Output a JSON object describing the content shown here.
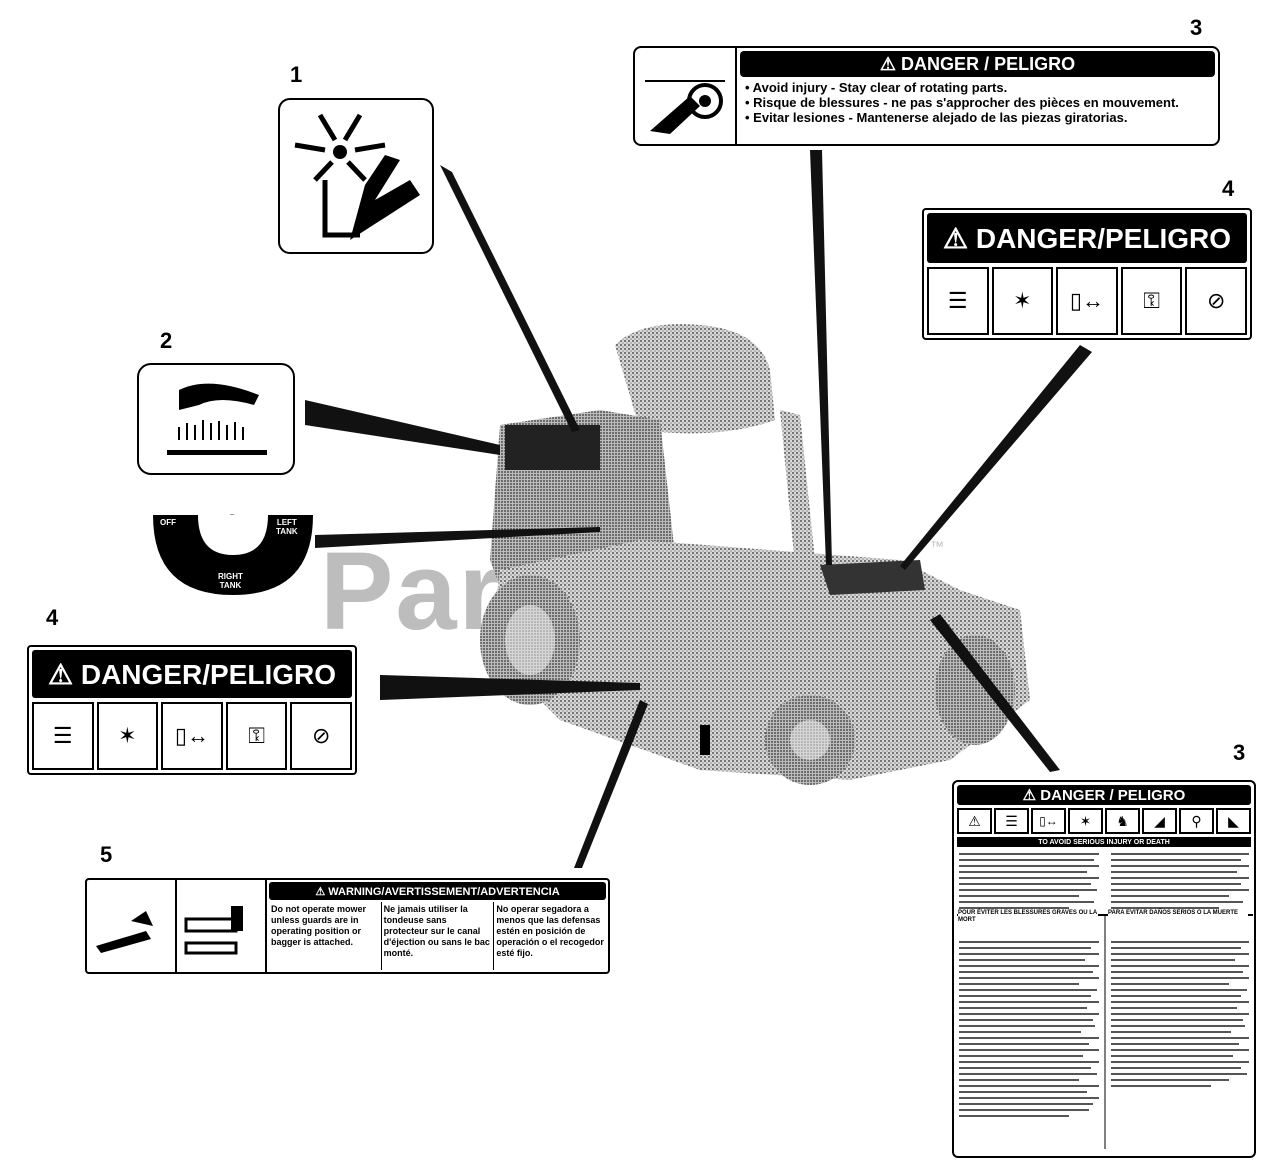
{
  "callouts": {
    "n1": "1",
    "n2": "2",
    "n3a": "3",
    "n3b": "3",
    "n3c": "3",
    "n4a": "4",
    "n4b": "4",
    "n5": "5"
  },
  "watermark": {
    "text": "Parts",
    "tm": "™"
  },
  "fuel_decal": {
    "off": "OFF",
    "left": "LEFT\nTANK",
    "right": "RIGHT\nTANK"
  },
  "danger_rotating": {
    "title": "⚠ DANGER / PELIGRO",
    "lines": [
      "• Avoid injury - Stay clear of rotating parts.",
      "• Risque de blessures - ne pas s'approcher des pièces en mouvement.",
      "• Evitar lesiones - Mantenerse alejado de las piezas giratorias."
    ]
  },
  "danger_pictos": {
    "title": "⚠ DANGER/PELIGRO"
  },
  "warning_mower": {
    "title": "⚠ WARNING/AVERTISSEMENT/ADVERTENCIA",
    "col1": "Do not operate mower unless guards are in operating position or bagger is attached.",
    "col2": "Ne jamais utiliser la tondeuse sans protecteur sur le canal d'éjection ou sans le bac monté.",
    "col3": "No operar segadora a menos que las defensas estén en posición de operación o el recogedor esté fijo."
  },
  "danger_big": {
    "title": "⚠ DANGER / PELIGRO",
    "sub1": "TO AVOID SERIOUS INJURY OR DEATH",
    "sub2": "POUR ÉVITER LES BLESSURES GRAVES OU LA MORT",
    "sub3": "PARA EVITAR DAÑOS SERIOS O LA MUERTE"
  }
}
